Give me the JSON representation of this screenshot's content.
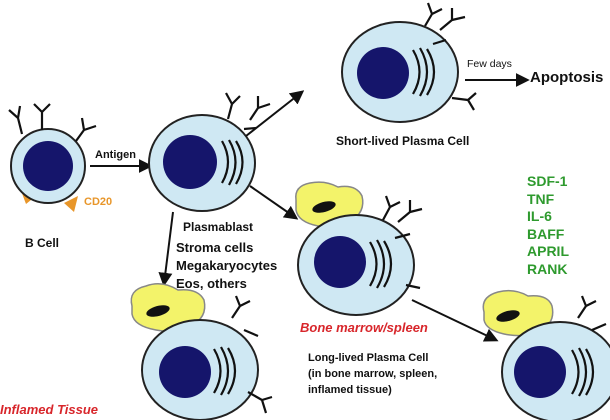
{
  "labels": {
    "b_cell": "B Cell",
    "cd20": "CD20",
    "antigen": "Antigen",
    "plasmablast": "Plasmablast",
    "stroma_line1": "Stroma cells",
    "stroma_line2": "Megakaryocytes",
    "stroma_line3": "Eos, others",
    "short_lived": "Short-lived Plasma Cell",
    "few_days": "Few days",
    "apoptosis": "Apoptosis",
    "bone_marrow_spleen": "Bone marrow/spleen",
    "long_lived_line1": "Long-lived Plasma Cell",
    "long_lived_line2": "(in bone marrow, spleen,",
    "long_lived_line3": "inflamed tissue)",
    "inflamed_tissue": "Inflamed Tissue"
  },
  "cytokines": [
    "SDF-1",
    "TNF",
    "IL-6",
    "BAFF",
    "APRIL",
    "RANK"
  ],
  "colors": {
    "cell_fill": "#cfe8f3",
    "cell_stroke": "#222222",
    "nucleus_fill": "#15156b",
    "stroma_fill": "#f3f36a",
    "cd20_marker": "#e8962a",
    "red_label": "#d8262b",
    "green_label": "#2e9a2e"
  }
}
